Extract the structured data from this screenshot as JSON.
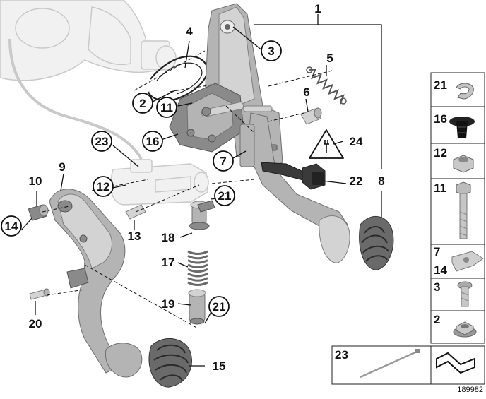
{
  "diagram": {
    "callouts": [
      {
        "id": "c1",
        "text": "1",
        "circled": false
      },
      {
        "id": "c2",
        "text": "2",
        "circled": true
      },
      {
        "id": "c3",
        "text": "3",
        "circled": true
      },
      {
        "id": "c4",
        "text": "4",
        "circled": false
      },
      {
        "id": "c5",
        "text": "5",
        "circled": false
      },
      {
        "id": "c6",
        "text": "6",
        "circled": false
      },
      {
        "id": "c7",
        "text": "7",
        "circled": true
      },
      {
        "id": "c8",
        "text": "8",
        "circled": false
      },
      {
        "id": "c9",
        "text": "9",
        "circled": false
      },
      {
        "id": "c10",
        "text": "10",
        "circled": false
      },
      {
        "id": "c11",
        "text": "11",
        "circled": true
      },
      {
        "id": "c12",
        "text": "12",
        "circled": true
      },
      {
        "id": "c13",
        "text": "13",
        "circled": false
      },
      {
        "id": "c14",
        "text": "14",
        "circled": true
      },
      {
        "id": "c15",
        "text": "15",
        "circled": false
      },
      {
        "id": "c16",
        "text": "16",
        "circled": true
      },
      {
        "id": "c17",
        "text": "17",
        "circled": false
      },
      {
        "id": "c18",
        "text": "18",
        "circled": false
      },
      {
        "id": "c19",
        "text": "19",
        "circled": false
      },
      {
        "id": "c20",
        "text": "20",
        "circled": false
      },
      {
        "id": "c21a",
        "text": "21",
        "circled": true
      },
      {
        "id": "c21b",
        "text": "21",
        "circled": true
      },
      {
        "id": "c22",
        "text": "22",
        "circled": false
      },
      {
        "id": "c23",
        "text": "23",
        "circled": true
      },
      {
        "id": "c24",
        "text": "24",
        "circled": false
      }
    ],
    "legend": [
      {
        "text": "21",
        "item": "clip"
      },
      {
        "text": "16",
        "item": "expanding-rivet"
      },
      {
        "text": "12",
        "item": "hex-nut"
      },
      {
        "text": "11",
        "item": "hex-bolt"
      },
      {
        "text": "7",
        "item": "spring-nut"
      },
      {
        "text": "14",
        "item": "spring-nut"
      },
      {
        "text": "3",
        "item": "flange-bolt"
      },
      {
        "text": "2",
        "item": "flange-nut"
      }
    ],
    "bottom_box": {
      "label": "23",
      "item": "cable-tie"
    },
    "diagram_number": "189982"
  }
}
